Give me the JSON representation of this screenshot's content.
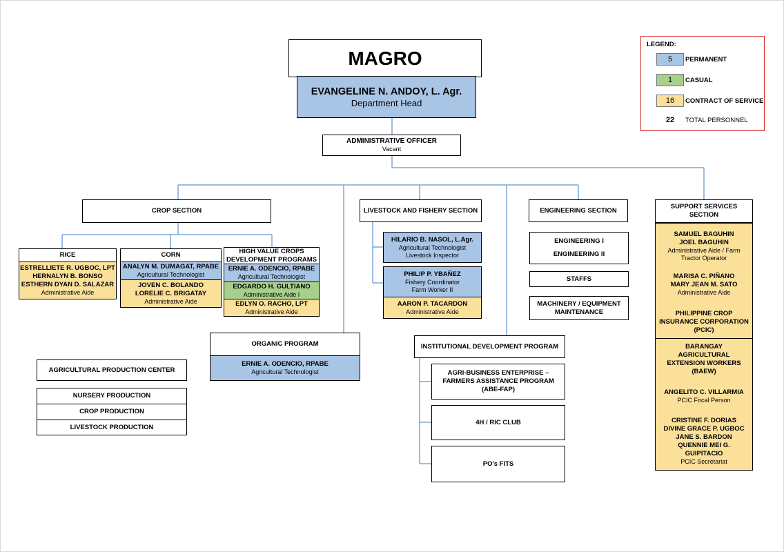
{
  "title": "MAGRO",
  "head": {
    "name": "EVANGELINE N. ANDOY, L. Agr.",
    "position": "Department Head"
  },
  "admin_officer": {
    "title": "ADMINISTRATIVE OFFICER",
    "status": "Vacant"
  },
  "legend": {
    "title": "LEGEND:",
    "items": [
      {
        "count": "5",
        "label": "PERMANENT",
        "color": "#a9c5e6"
      },
      {
        "count": "1",
        "label": "CASUAL",
        "color": "#a8d08d"
      },
      {
        "count": "16",
        "label": "CONTRACT OF SERVICE",
        "color": "#fbe09a"
      }
    ],
    "total": {
      "count": "22",
      "label": "TOTAL PERSONNEL"
    }
  },
  "crop": {
    "title": "CROP SECTION",
    "rice": {
      "title": "RICE",
      "names": [
        "ESTRELLIETE R. UGBOC, LPT",
        "HERNALYN B. BONSO",
        "ESTHERN DYAN D. SALAZAR"
      ],
      "position": "Administrative Aide"
    },
    "corn": {
      "title": "CORN",
      "perm": {
        "name": "ANALYN M. DUMAGAT, RPABE",
        "position": "Agricultural Technologist"
      },
      "cos": {
        "names": [
          "JOVEN C. BOLANDO",
          "LORELIE C. BRIGATAY"
        ],
        "position": "Administrative Aide"
      }
    },
    "hvc": {
      "title_lines": [
        "HIGH VALUE CROPS",
        "DEVELOPMENT PROGRAMS"
      ],
      "perm": {
        "name": "ERNIE A. ODENCIO, RPABE",
        "position": "Agricultural Technologist"
      },
      "cas": {
        "name": "EDGARDO H. GULTIANO",
        "position": "Administrative Aide I"
      },
      "cos": {
        "name": "EDLYN O. RACHO, LPT",
        "position": "Administrative Aide"
      }
    }
  },
  "livestock": {
    "title": "LIVESTOCK AND FISHERY SECTION",
    "p1": {
      "name": "HILARIO B. NASOL, L.Agr.",
      "line1": "Agricultural Technologist",
      "line2": "Livestock Inspector"
    },
    "p2": {
      "name": "PHILIP P. YBAÑEZ",
      "line1": "Fishery Coordinator",
      "line2": "Farm Worker II"
    },
    "p3": {
      "name": "AARON P. TACARDON",
      "position": "Administrative Aide"
    }
  },
  "engineering": {
    "title": "ENGINEERING SECTION",
    "eng1": "ENGINEERING I",
    "eng2": "ENGINEERING II",
    "staffs": "STAFFS",
    "machinery_lines": [
      "MACHINERY / EQUIPMENT",
      "MAINTENANCE"
    ]
  },
  "support": {
    "title_lines": [
      "SUPPORT SERVICES",
      "SECTION"
    ],
    "g1": {
      "names": [
        "SAMUEL BAGUHIN",
        "JOEL BAGUHIN"
      ],
      "positions": [
        "Administrative Aide / Farm",
        "Tractor Operator"
      ]
    },
    "g2": {
      "names": [
        "MARISA C. PIÑANO",
        "MARY JEAN M. SATO"
      ],
      "position": "Administrative Aide"
    },
    "pcic_lines": [
      "PHILIPPINE CROP",
      "INSURANCE CORPORATION",
      "(PCIC)"
    ],
    "baew_lines": [
      "BARANGAY",
      "AGRICULTURAL",
      "EXTENSION WORKERS",
      "(BAEW)"
    ],
    "g3": {
      "name": "ANGELITO C. VILLARMIA",
      "position": "PCIC Focal Person"
    },
    "g4": {
      "names": [
        "CRISTINE F. DORIAS",
        "DIVINE GRACE  P. UGBOC",
        "JANE S. BARDON",
        "QUENNIE MEI G.",
        "GUIPITACIO"
      ],
      "position": "PCIC Secretariat"
    }
  },
  "organic": {
    "title": "ORGANIC PROGRAM",
    "name": "ERNIE A. ODENCIO, RPABE",
    "position": "Agricultural Technologist"
  },
  "institutional": {
    "title": "INSTITUTIONAL DEVELOPMENT PROGRAM",
    "abe_lines": [
      "AGRI-BUSINESS ENTERPRISE –",
      "FARMERS ASSISTANCE PROGRAM",
      "(ABE-FAP)"
    ],
    "ric": "4H / RIC CLUB",
    "po": "PO's FITS"
  },
  "apc": {
    "title": "AGRICULTURAL PRODUCTION CENTER",
    "items": [
      "NURSERY PRODUCTION",
      "CROP PRODUCTION",
      "LIVESTOCK PRODUCTION"
    ]
  }
}
